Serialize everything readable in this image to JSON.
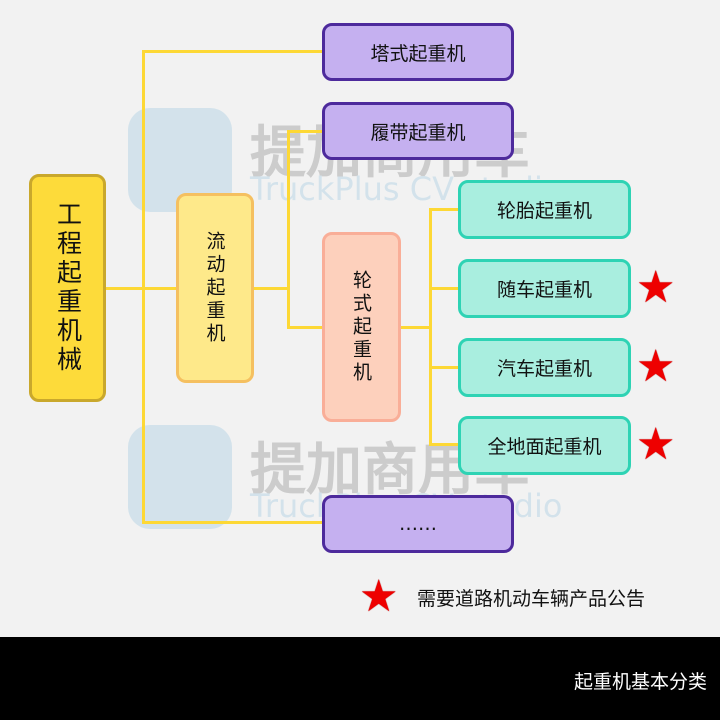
{
  "root": "工程起重机械",
  "mobile": "流动起重机",
  "wheeled": "轮式起重机",
  "tower": "塔式起重机",
  "crawler": "履带起重机",
  "tire": "轮胎起重机",
  "truck_mounted": "随车起重机",
  "truck_crane": "汽车起重机",
  "all_terrain": "全地面起重机",
  "more": "……",
  "legend": "需要道路机动车辆产品公告",
  "caption": "起重机基本分类",
  "watermark": {
    "cn": "提加商用车",
    "en": "TruckPlus CV studio"
  },
  "colors": {
    "line": "#fdd835",
    "star": "#ee0000"
  }
}
